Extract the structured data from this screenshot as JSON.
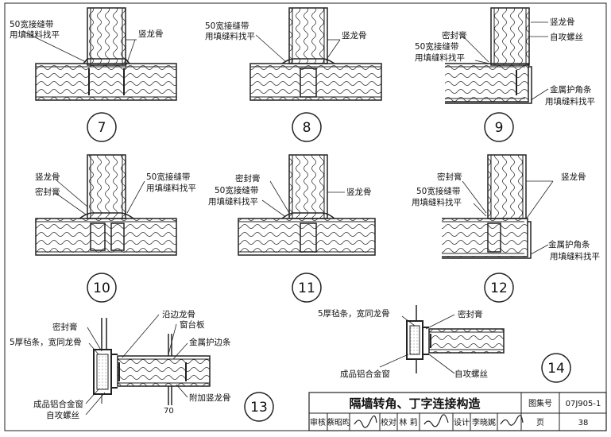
{
  "details": [
    {
      "num": "7",
      "labels": [
        "50宽接缝带",
        "用填缝料找平",
        "竖龙骨"
      ]
    },
    {
      "num": "8",
      "labels": [
        "50宽接缝带",
        "用填缝料找平",
        "竖龙骨"
      ]
    },
    {
      "num": "9",
      "labels": [
        "竖龙骨",
        "自攻螺丝",
        "密封膏",
        "50宽接缝带",
        "用填缝料找平",
        "金属护角条",
        "用填缝料找平"
      ]
    },
    {
      "num": "10",
      "labels": [
        "竖龙骨",
        "密封膏",
        "50宽接缝带",
        "用填缝料找平"
      ]
    },
    {
      "num": "11",
      "labels": [
        "密封膏",
        "50宽接缝带",
        "用填缝料找平",
        "竖龙骨"
      ]
    },
    {
      "num": "12",
      "labels": [
        "密封膏",
        "50宽接缝带",
        "用填缝料找平",
        "竖龙骨",
        "金属护角条",
        "用填缝料找平"
      ]
    },
    {
      "num": "13",
      "labels": [
        "沿边龙骨",
        "窗台板",
        "密封膏",
        "5厚毡条，宽同龙骨",
        "金属护边条",
        "成品铝合金窗",
        "自攻螺丝",
        "附加竖龙骨"
      ]
    },
    {
      "num": "14",
      "labels": [
        "5厚毡条，宽同龙骨",
        "密封膏",
        "成品铝合金窗",
        "自攻螺丝"
      ]
    }
  ],
  "title_block": {
    "title": "隔墙转角、丁字连接构造",
    "atlas_label": "图集号",
    "atlas_no": "07J905-1",
    "review_label": "审核",
    "review_name": "蔡昭昀",
    "check_label": "校对",
    "check_name": "林  莉",
    "design_label": "设计",
    "design_name": "李晓娓",
    "page_label": "页",
    "page_no": "38"
  },
  "fragment_text": "70"
}
